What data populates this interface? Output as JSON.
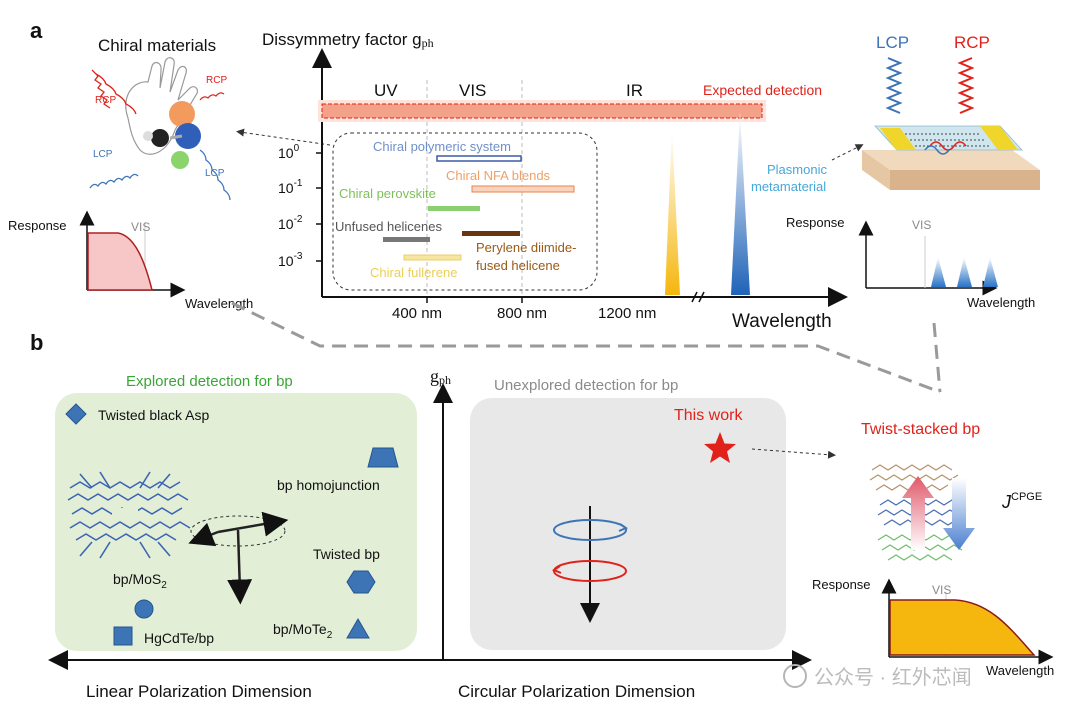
{
  "colors": {
    "red": "#e0221b",
    "green_text": "#3aa636",
    "grey_text": "#8a8a8a",
    "blue_shape": "#3d74b6",
    "green_panel": "#e3eed7",
    "grey_panel": "#e8e8e8",
    "orange_bar": "#f4a18a",
    "pink_fill": "#f7c6c6",
    "yellow_fill": "#f5b60d",
    "blue_peak": "#2a73c6"
  },
  "panel_a": {
    "label": "a",
    "chiral_materials": "Chiral materials",
    "rcp_small": "RCP",
    "lcp_small": "LCP",
    "y_axis_title": "Dissymmetry factor g",
    "y_axis_sub": "ph",
    "region_uv": "UV",
    "region_vis": "VIS",
    "region_ir": "IR",
    "expected_detection": "Expected detection",
    "y_ticks": [
      {
        "base": "10",
        "exp": "0"
      },
      {
        "base": "10",
        "exp": "-1"
      },
      {
        "base": "10",
        "exp": "-2"
      },
      {
        "base": "10",
        "exp": "-3"
      }
    ],
    "x_ticks": [
      "400 nm",
      "800 nm",
      "1200 nm"
    ],
    "x_axis_title": "Wavelength",
    "materials": [
      {
        "name": "Chiral polymeric system",
        "color": "#6f90c9",
        "bar": "#3c5aa6"
      },
      {
        "name": "Chiral NFA blends",
        "color": "#f0a067",
        "bar": "#f3a878"
      },
      {
        "name": "Chiral perovskite",
        "color": "#7fbf5a",
        "bar": "#8ccf70"
      },
      {
        "name": "Unfused helicenes",
        "color": "#555555",
        "bar": "#777777"
      },
      {
        "name": "Perylene diimide-",
        "color": "#9a5a15",
        "bar": "#6b3510"
      },
      {
        "name": "fused helicene",
        "color": "#9a5a15",
        "bar": "#6b3510"
      },
      {
        "name": "Chiral fullerene",
        "color": "#ead058",
        "bar": "#f2de7a"
      }
    ],
    "left_response": {
      "ylabel": "Response",
      "xlabel": "Wavelength",
      "vis": "VIS"
    },
    "right_response": {
      "ylabel": "Response",
      "xlabel": "Wavelength",
      "vis": "VIS"
    },
    "lcp_big": "LCP",
    "rcp_big": "RCP",
    "plasmonic_1": "Plasmonic",
    "plasmonic_2": "metamaterial"
  },
  "panel_b": {
    "label": "b",
    "y_axis_title": "g",
    "y_axis_sub": "ph",
    "explored_title": "Explored detection for bp",
    "unexplored_title": "Unexplored detection for bp",
    "this_work": "This work",
    "twist_stacked": "Twist-stacked bp",
    "j_label": "J",
    "j_sup": "CPGE",
    "items": {
      "twisted_black_asp": "Twisted black Asp",
      "bp_homojunction": "bp homojunction",
      "twisted_bp": "Twisted bp",
      "bp_mos2": "bp/MoS",
      "bp_mos2_sub": "2",
      "hgcdte_bp": "HgCdTe/bp",
      "bp_mote2": "bp/MoTe",
      "bp_mote2_sub": "2"
    },
    "response": {
      "ylabel": "Response",
      "vis": "VIS",
      "xlabel": "Wavelength"
    },
    "linear_dim": "Linear Polarization Dimension",
    "circular_dim": "Circular Polarization Dimension"
  },
  "watermark": "公众号 · 红外芯闻"
}
